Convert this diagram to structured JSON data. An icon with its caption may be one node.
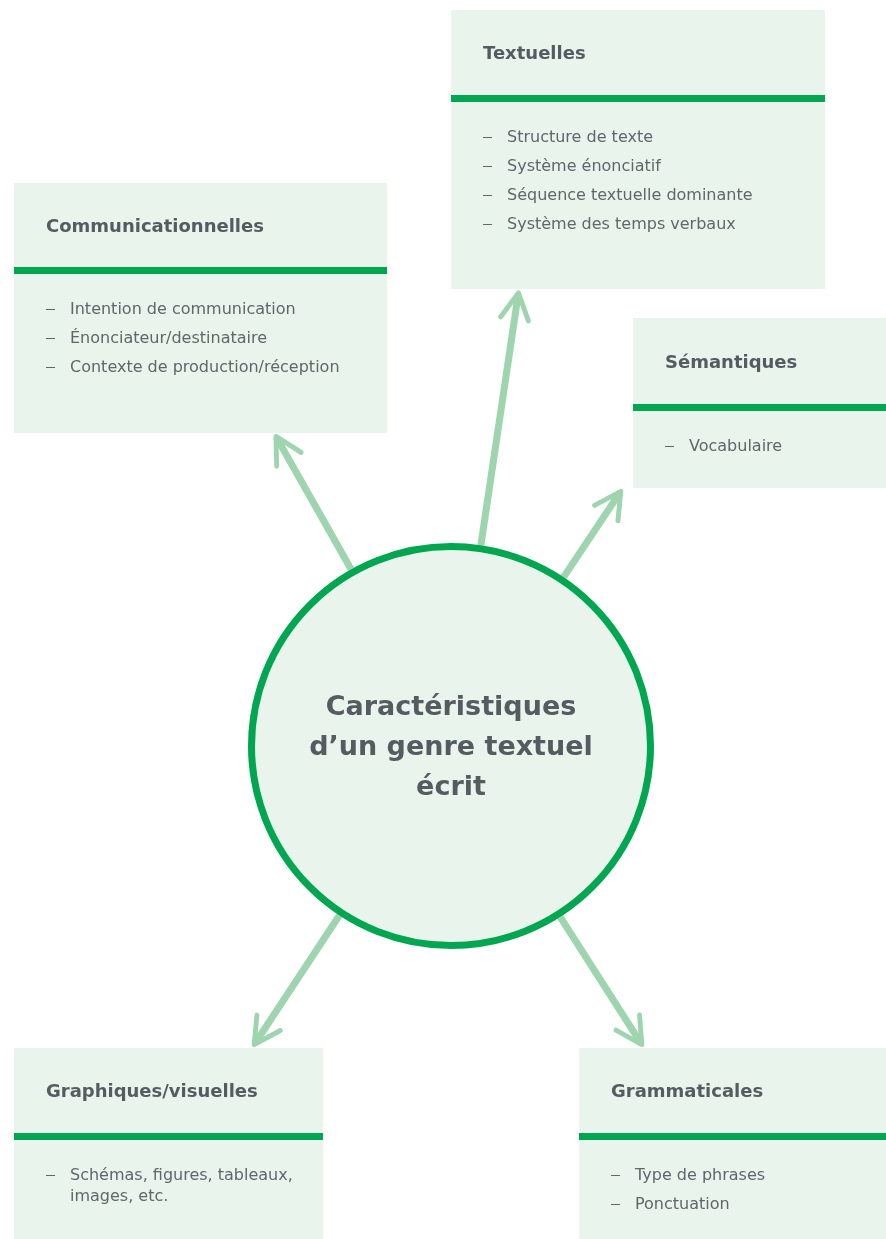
{
  "diagram": {
    "nodes": [
      {
        "text": [
          "Textuelles",
          "Structure de texte",
          "Système énonciatif",
          "Séquence textuelle dominante",
          "Système des temps verbaux"
        ]
      },
      {
        "text": [
          "Communicationnelles",
          "Intention de communication",
          "Énonciateur/destinataire",
          "Contexte de production/réception"
        ]
      },
      {
        "text": [
          "Sémantiques",
          "Vocabulaire"
        ]
      },
      {
        "text": [
          "Caractéristiques d’un genre textuel écrit"
        ]
      },
      {
        "text": [
          "Graphiques/visuelles",
          "Schémas, figures, tableaux, images, etc."
        ]
      },
      {
        "text": [
          "Grammaticales",
          "Type de phrases",
          "Ponctuation"
        ]
      }
    ],
    "edges": [
      {
        "from": 3,
        "to": 0,
        "arrow": "to"
      },
      {
        "from": 3,
        "to": 1,
        "arrow": "to"
      },
      {
        "from": 3,
        "to": 2,
        "arrow": "to"
      },
      {
        "from": 3,
        "to": 4,
        "arrow": "to"
      },
      {
        "from": 3,
        "to": 5,
        "arrow": "to"
      }
    ]
  }
}
